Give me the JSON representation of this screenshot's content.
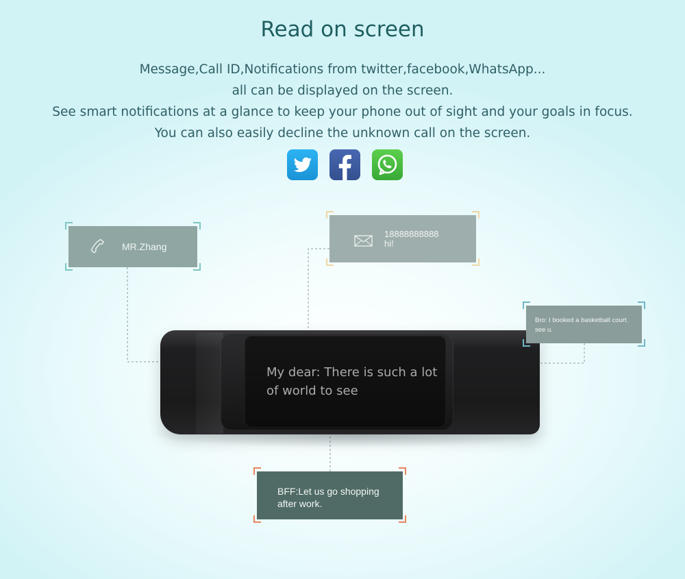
{
  "header": {
    "title": "Read on screen",
    "lines": [
      "Message,Call ID,Notifications from twitter,facebook,WhatsApp...",
      "all can be displayed on the screen.",
      "See smart notifications at a glance to keep your phone out of sight and your goals in focus.",
      "You can also easily decline the unknown call on the screen."
    ]
  },
  "social_icons": [
    "twitter-icon",
    "facebook-icon",
    "whatsapp-icon"
  ],
  "band": {
    "screen_text": "My dear: There is such a lot of world to see"
  },
  "notifications": {
    "call": {
      "icon": "phone-icon",
      "text": "MR.Zhang"
    },
    "sms": {
      "icon": "mail-icon",
      "number": "18888888888",
      "message": "hi!"
    },
    "bro": {
      "line1": "Bro: I booked a basketball court.",
      "line2": "see u."
    },
    "bff": {
      "line1": "BFF:Let us go shopping",
      "line2": "after work."
    }
  },
  "colors": {
    "title": "#1f5f60",
    "call_corner": "#7cc6c0",
    "sms_corner": "#f0d7a2",
    "bro_corner": "#6fb6c6",
    "bff_corner": "#e8845e",
    "connector": "#8b9a99"
  }
}
